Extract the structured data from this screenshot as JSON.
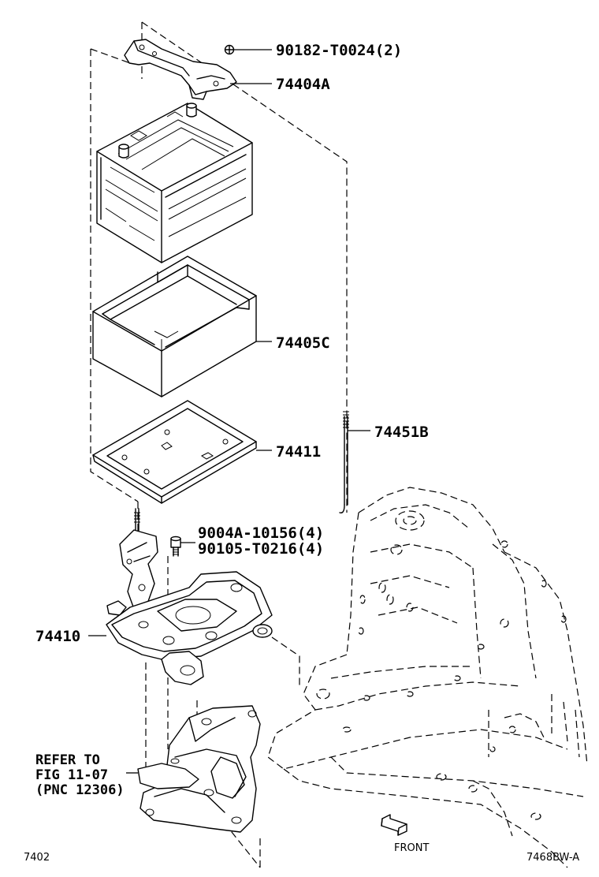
{
  "diagram": {
    "callouts": {
      "nut": "90182-T0024(2)",
      "clamp": "74404A",
      "tray_cover": "74405C",
      "rod": "74451B",
      "tray": "74411",
      "bolt_a": "9004A-10156(4)",
      "bolt_b": "90105-T0216(4)",
      "carrier": "74410"
    },
    "refer": {
      "line1": "REFER TO",
      "line2": "FIG 11-07",
      "line3": "(PNC 12306)"
    },
    "front_label": "FRONT",
    "figure_number": "7402",
    "drawing_code": "7468BW-A"
  }
}
